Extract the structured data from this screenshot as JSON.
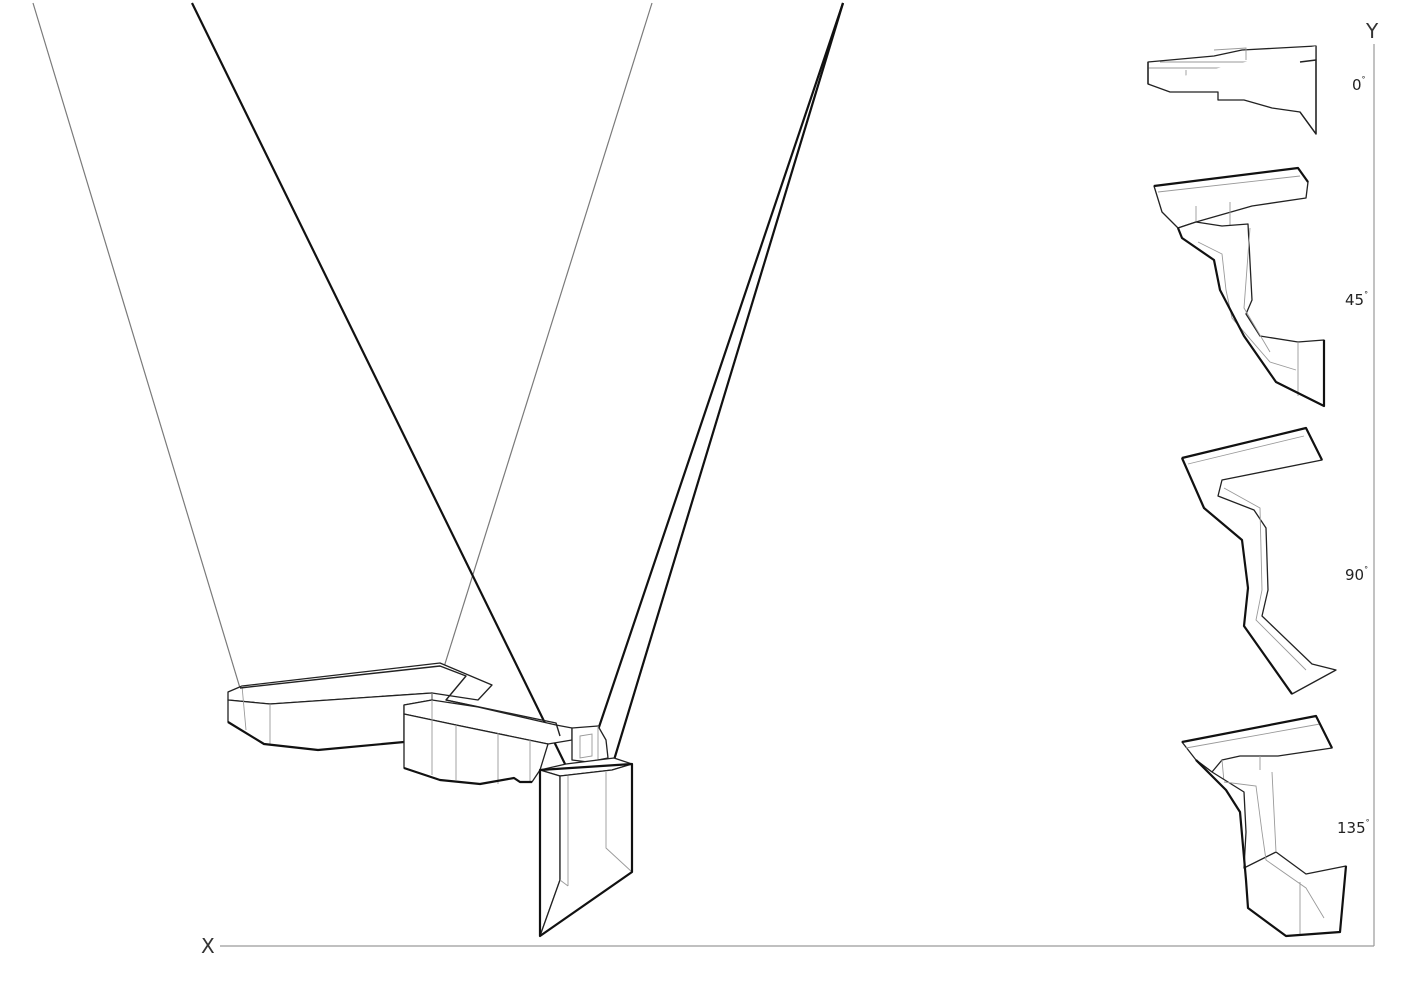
{
  "axes": {
    "x_label": "X",
    "y_label": "Y"
  },
  "rotation_views": [
    {
      "angle": "0",
      "unit": "°"
    },
    {
      "angle": "45",
      "unit": "°"
    },
    {
      "angle": "90",
      "unit": "°"
    },
    {
      "angle": "135",
      "unit": "°"
    }
  ]
}
